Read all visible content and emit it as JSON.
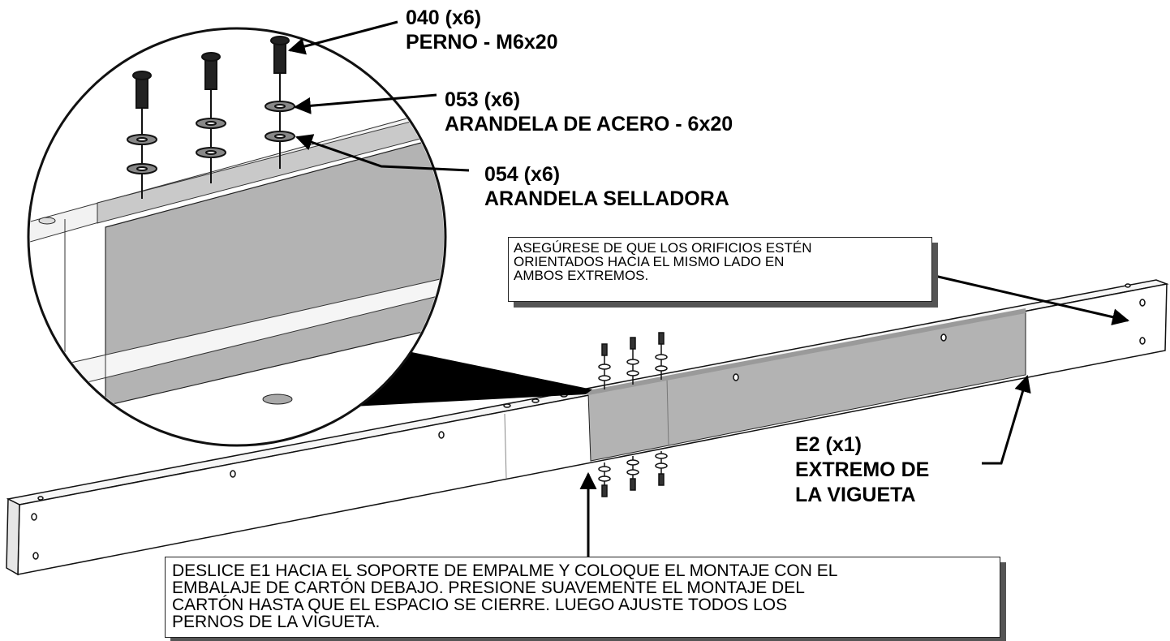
{
  "labels": {
    "part_040": {
      "code": "040 (x6)",
      "name": "PERNO - M6x20"
    },
    "part_053": {
      "code": "053 (x6)",
      "name": "ARANDELA DE ACERO - 6x20"
    },
    "part_054": {
      "code": "054 (x6)",
      "name": "ARANDELA SELLADORA"
    },
    "part_e2": {
      "code": "E2 (x1)",
      "name_line1": "EXTREMO DE",
      "name_line2": "LA VIGUETA"
    }
  },
  "notes": {
    "orientation": [
      "ASEGÚRESE DE QUE LOS ORIFICIOS ESTÉN",
      "ORIENTADOS HACIA EL MISMO LADO EN",
      "AMBOS EXTREMOS."
    ],
    "instructions": [
      "DESLICE E1 HACIA EL SOPORTE DE EMPALME Y COLOQUE EL MONTAJE CON EL",
      "EMBALAJE DE CARTÓN DEBAJO. PRESIONE SUAVEMENTE EL MONTAJE DEL",
      "CARTÓN HASTA QUE EL ESPACIO SE CIERRE. LUEGO AJUSTE TODOS LOS",
      "PERNOS DE LA VIGUETA."
    ]
  },
  "colors": {
    "bracket_fill": "#b3b3b3",
    "beam_fill": "#f4f4f4",
    "outline": "#111111"
  }
}
